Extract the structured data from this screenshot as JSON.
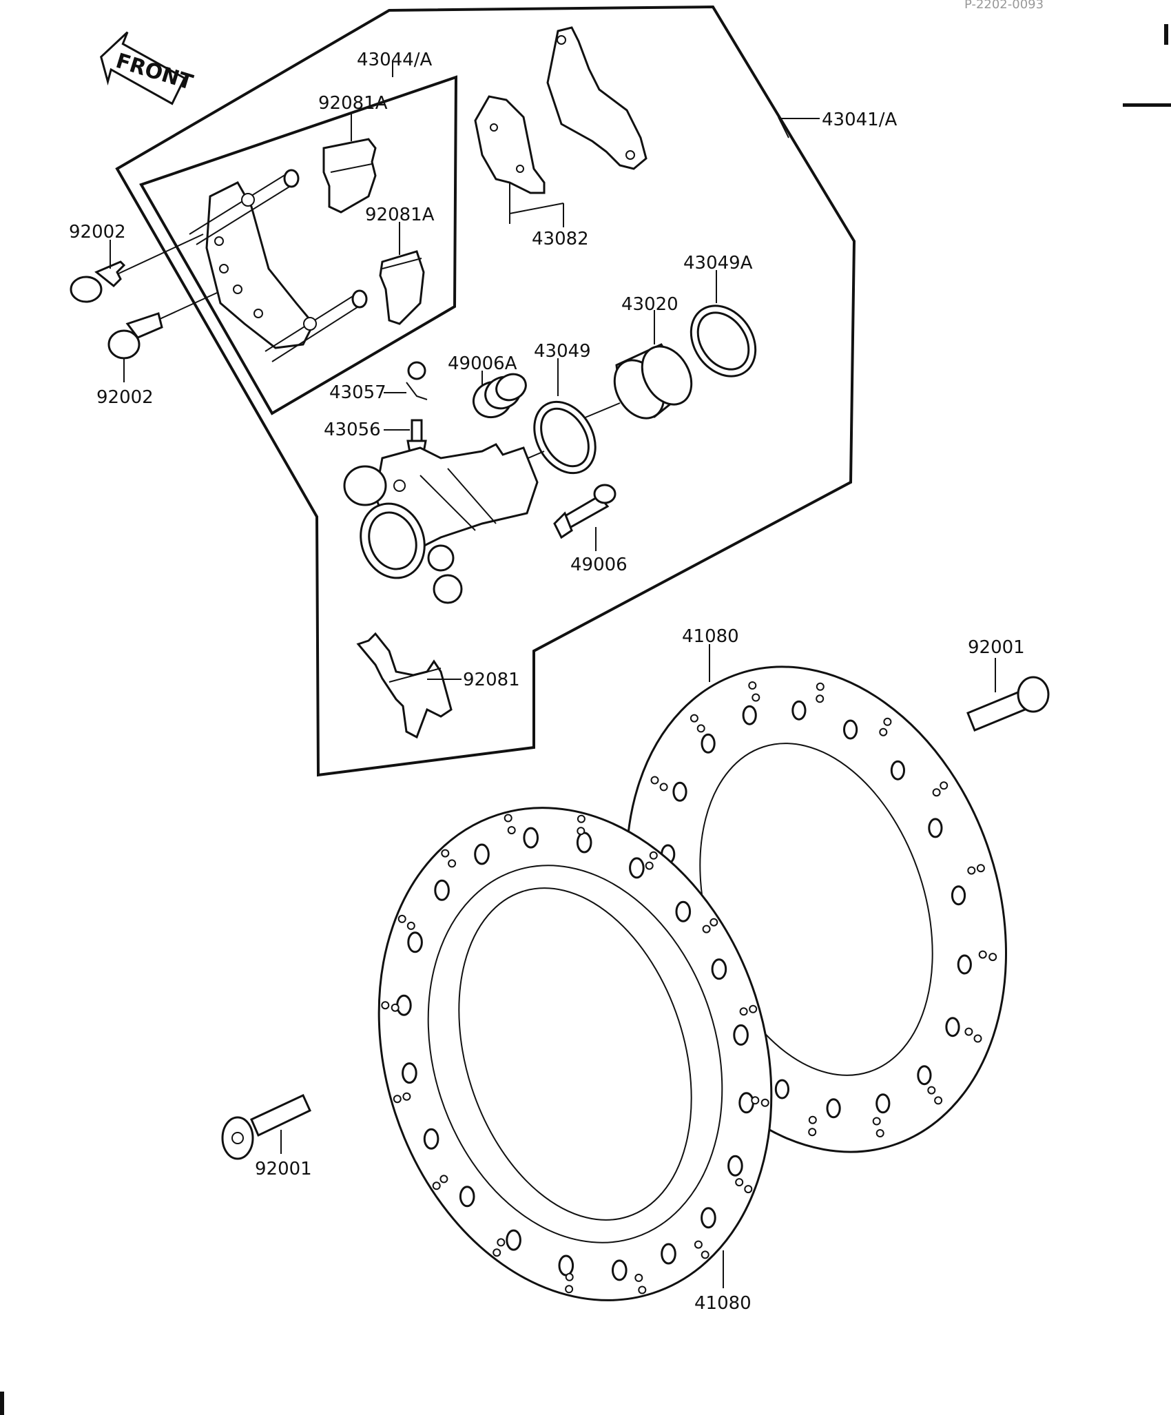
{
  "figure_code": "P-2202-0093",
  "front_arrow_text": "FRONT",
  "labels": {
    "caliper_assy": "43041/A",
    "holder_assy": "43044/A",
    "pad_spring_upper": "92081A",
    "pad_spring_lower": "92081A",
    "pads": "43082",
    "bolt_upper": "92002",
    "bolt_lower": "92002",
    "piston_seal_a": "43049A",
    "piston": "43020",
    "piston_seal": "43049",
    "boot_a": "49006A",
    "bleeder_cap": "43057",
    "bleeder_valve": "43056",
    "pin_bolt": "49006",
    "spring_plate": "92081",
    "disc_right": "41080",
    "disc_left": "41080",
    "disc_bolt_right": "92001",
    "disc_bolt_left": "92001"
  },
  "colors": {
    "line": "#111111",
    "background": "#ffffff"
  }
}
